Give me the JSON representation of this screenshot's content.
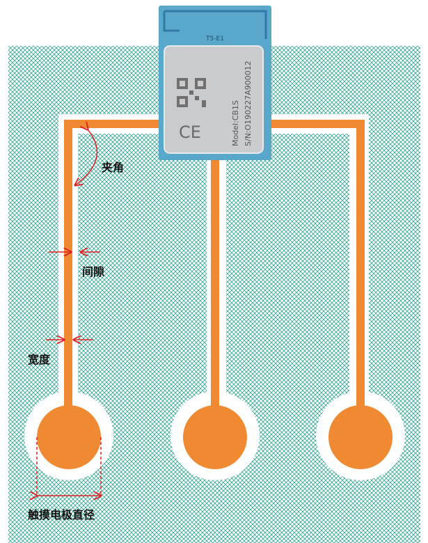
{
  "module": {
    "antenna_label": "T5-E1",
    "model_text": "Model:CB1S",
    "sn_text": "S/N:O190227A900012",
    "ce_mark": "CE",
    "qr_icon": "qr-code-icon"
  },
  "annotations": {
    "angle": "夹角",
    "gap": "间隙",
    "width": "宽度",
    "diameter": "触摸电极直径"
  },
  "colors": {
    "trace": "#ef8a33",
    "hatch": "#2fa38f",
    "clearance": "#ffffff",
    "annotation": "#e02020",
    "module_blue": "#5aa7cc",
    "module_shield": "#c9cbcd"
  },
  "electrodes": {
    "count": 3
  }
}
